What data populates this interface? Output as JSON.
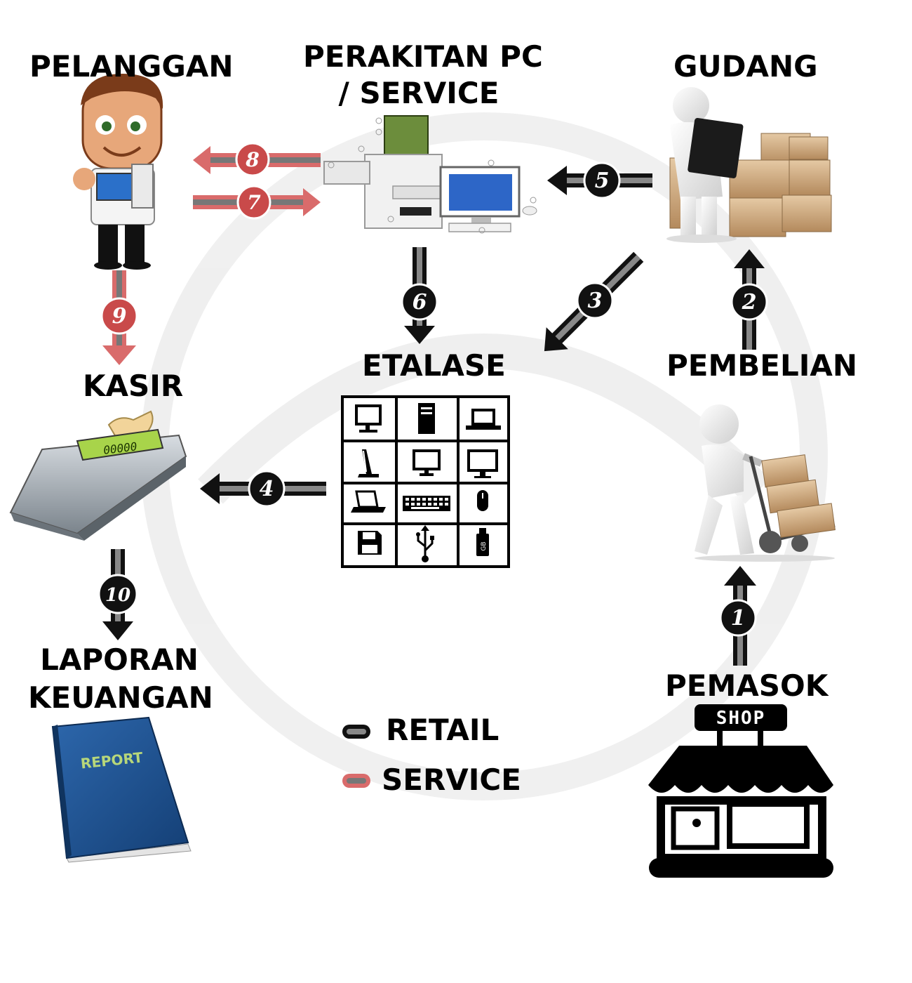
{
  "nodes": {
    "pelanggan": {
      "label": "PELANGGAN"
    },
    "perakitan": {
      "label_line1": "PERAKITAN PC",
      "label_line2": "/ SERVICE"
    },
    "gudang": {
      "label": "GUDANG"
    },
    "etalase": {
      "label": "ETALASE"
    },
    "pembelian": {
      "label": "PEMBELIAN"
    },
    "kasir": {
      "label": "KASIR",
      "display": "00000"
    },
    "laporan": {
      "label_line1": "LAPORAN",
      "label_line2": "KEUANGAN",
      "book_text": "REPORT"
    },
    "pemasok": {
      "label": "PEMASOK",
      "sign_text": "SHOP"
    }
  },
  "etalase_grid": {
    "usb_label": "GB"
  },
  "arrows": [
    {
      "num": "1",
      "type": "retail"
    },
    {
      "num": "2",
      "type": "retail"
    },
    {
      "num": "3",
      "type": "retail"
    },
    {
      "num": "4",
      "type": "retail"
    },
    {
      "num": "5",
      "type": "retail"
    },
    {
      "num": "6",
      "type": "retail"
    },
    {
      "num": "7",
      "type": "service"
    },
    {
      "num": "8",
      "type": "service"
    },
    {
      "num": "9",
      "type": "service"
    },
    {
      "num": "10",
      "type": "retail"
    }
  ],
  "legend": {
    "retail": "RETAIL",
    "service": "SERVICE"
  },
  "colors": {
    "retail": "#111111",
    "service": "#d96b6b",
    "badge_service": "#c94a4a",
    "book": "#1f4f8a",
    "book_text": "#b7d77a"
  }
}
